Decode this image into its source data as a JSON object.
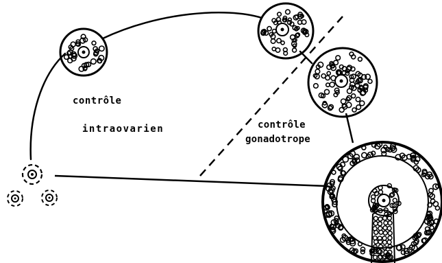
{
  "diagram": {
    "zones": [
      {
        "id": "intraovarian",
        "label_lines": [
          "contrôle",
          "intraovarien"
        ]
      },
      {
        "id": "gonadotropic",
        "label_lines": [
          "contrôle",
          "gonadotrope"
        ]
      }
    ],
    "follicles": [
      {
        "id": "primordial-a",
        "stage": "primordial"
      },
      {
        "id": "primordial-b",
        "stage": "primordial"
      },
      {
        "id": "primary",
        "stage": "primary"
      },
      {
        "id": "preantral",
        "stage": "preantral"
      },
      {
        "id": "small-antral-a",
        "stage": "small-antral"
      },
      {
        "id": "small-antral-b",
        "stage": "small-antral"
      },
      {
        "id": "preovulatory",
        "stage": "preovulatory"
      }
    ]
  }
}
